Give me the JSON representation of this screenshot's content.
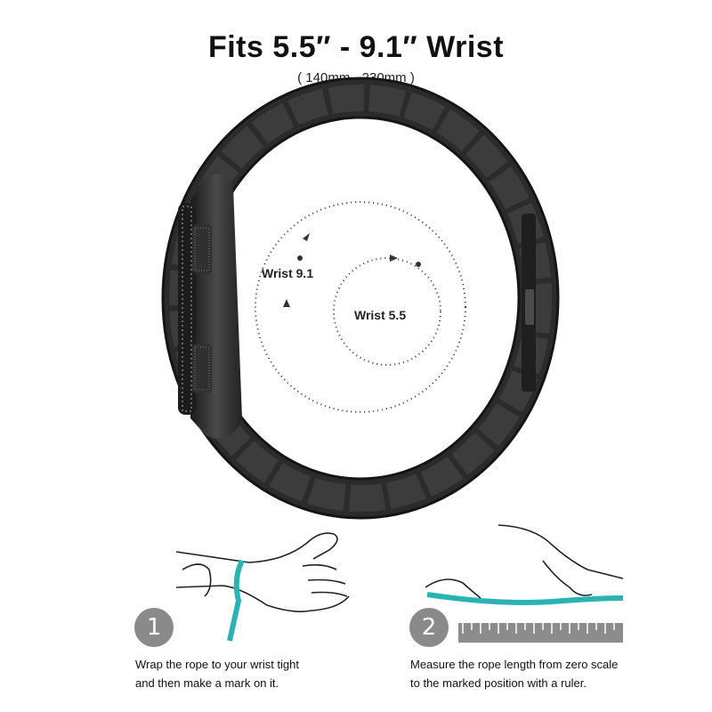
{
  "header": {
    "title": "Fits 5.5″ - 9.1″ Wrist",
    "subtitle": "( 140mm - 230mm )"
  },
  "diagram": {
    "outer_label": "Wrist 9.1",
    "inner_label": "Wrist 5.5"
  },
  "steps": [
    {
      "number": "1",
      "line1": "Wrap the rope to your wrist tight",
      "line2": "and then make a mark on it."
    },
    {
      "number": "2",
      "line1": "Measure the rope length from zero scale",
      "line2": "to the marked position with a ruler."
    }
  ],
  "colors": {
    "band": "#2b2b2b",
    "rope": "#2bb3b1",
    "badge": "#8a8a8a"
  }
}
